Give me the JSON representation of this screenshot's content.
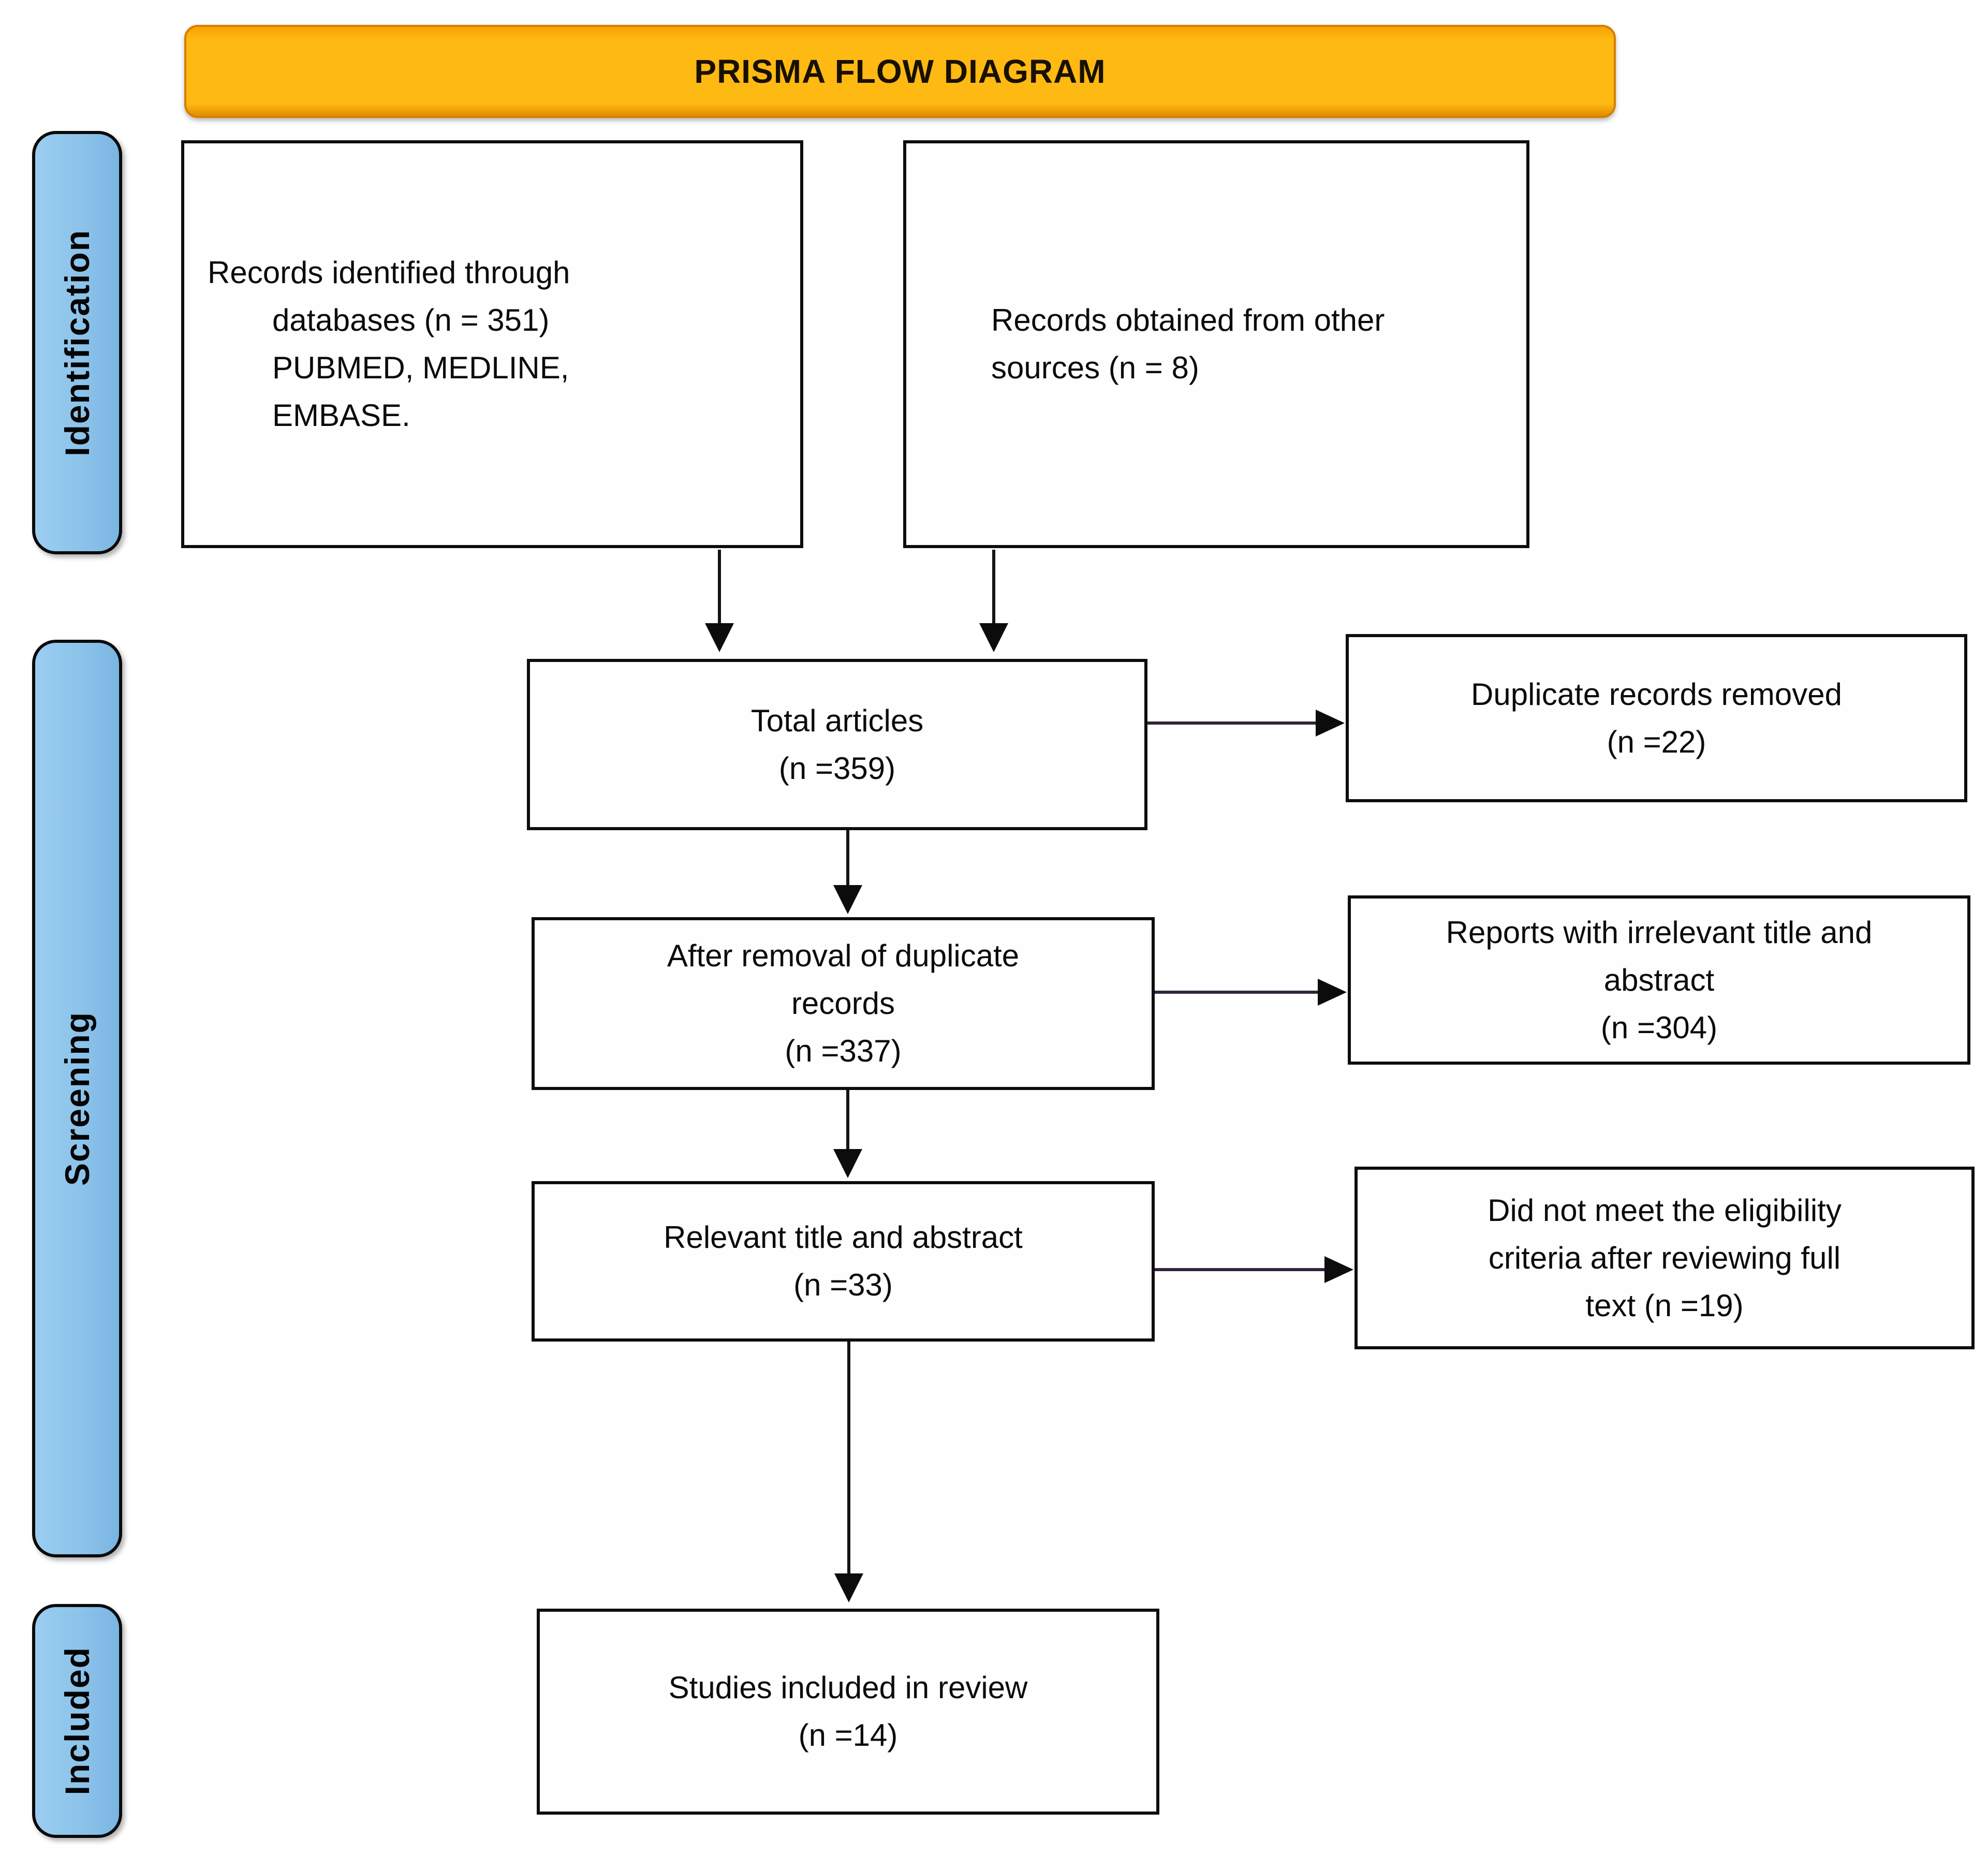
{
  "title": "PRISMA FLOW DIAGRAM",
  "stages": {
    "identification": "Identification",
    "screening": "Screening",
    "included": "Included"
  },
  "boxes": {
    "records_databases": {
      "lines": [
        "Records identified through",
        "databases (n = 351)",
        "PUBMED, MEDLINE,",
        "EMBASE."
      ]
    },
    "records_other": {
      "lines": [
        "Records obtained from other",
        "sources (n = 8)"
      ]
    },
    "total_articles": {
      "lines": [
        "Total articles",
        "(n =359)"
      ]
    },
    "duplicates_removed": {
      "lines": [
        "Duplicate records removed",
        "(n =22)"
      ]
    },
    "after_removal": {
      "lines": [
        "After removal of duplicate",
        "records",
        "(n =337)"
      ]
    },
    "irrelevant_reports": {
      "lines": [
        "Reports with irrelevant title and",
        "abstract",
        "(n =304)"
      ]
    },
    "relevant_title": {
      "lines": [
        "Relevant title and abstract",
        "(n =33)"
      ]
    },
    "not_eligible": {
      "lines": [
        "Did not meet the eligibility",
        "criteria after reviewing full",
        "text (n =19)"
      ]
    },
    "studies_included": {
      "lines": [
        "Studies included in review",
        "(n =14)"
      ]
    }
  },
  "colors": {
    "banner": "#FEB913",
    "banner_border": "#D57F00",
    "stage_tab": "#8CC3EA",
    "box_border": "#0D0D0D",
    "arrow_horizontal": "#32233A"
  }
}
